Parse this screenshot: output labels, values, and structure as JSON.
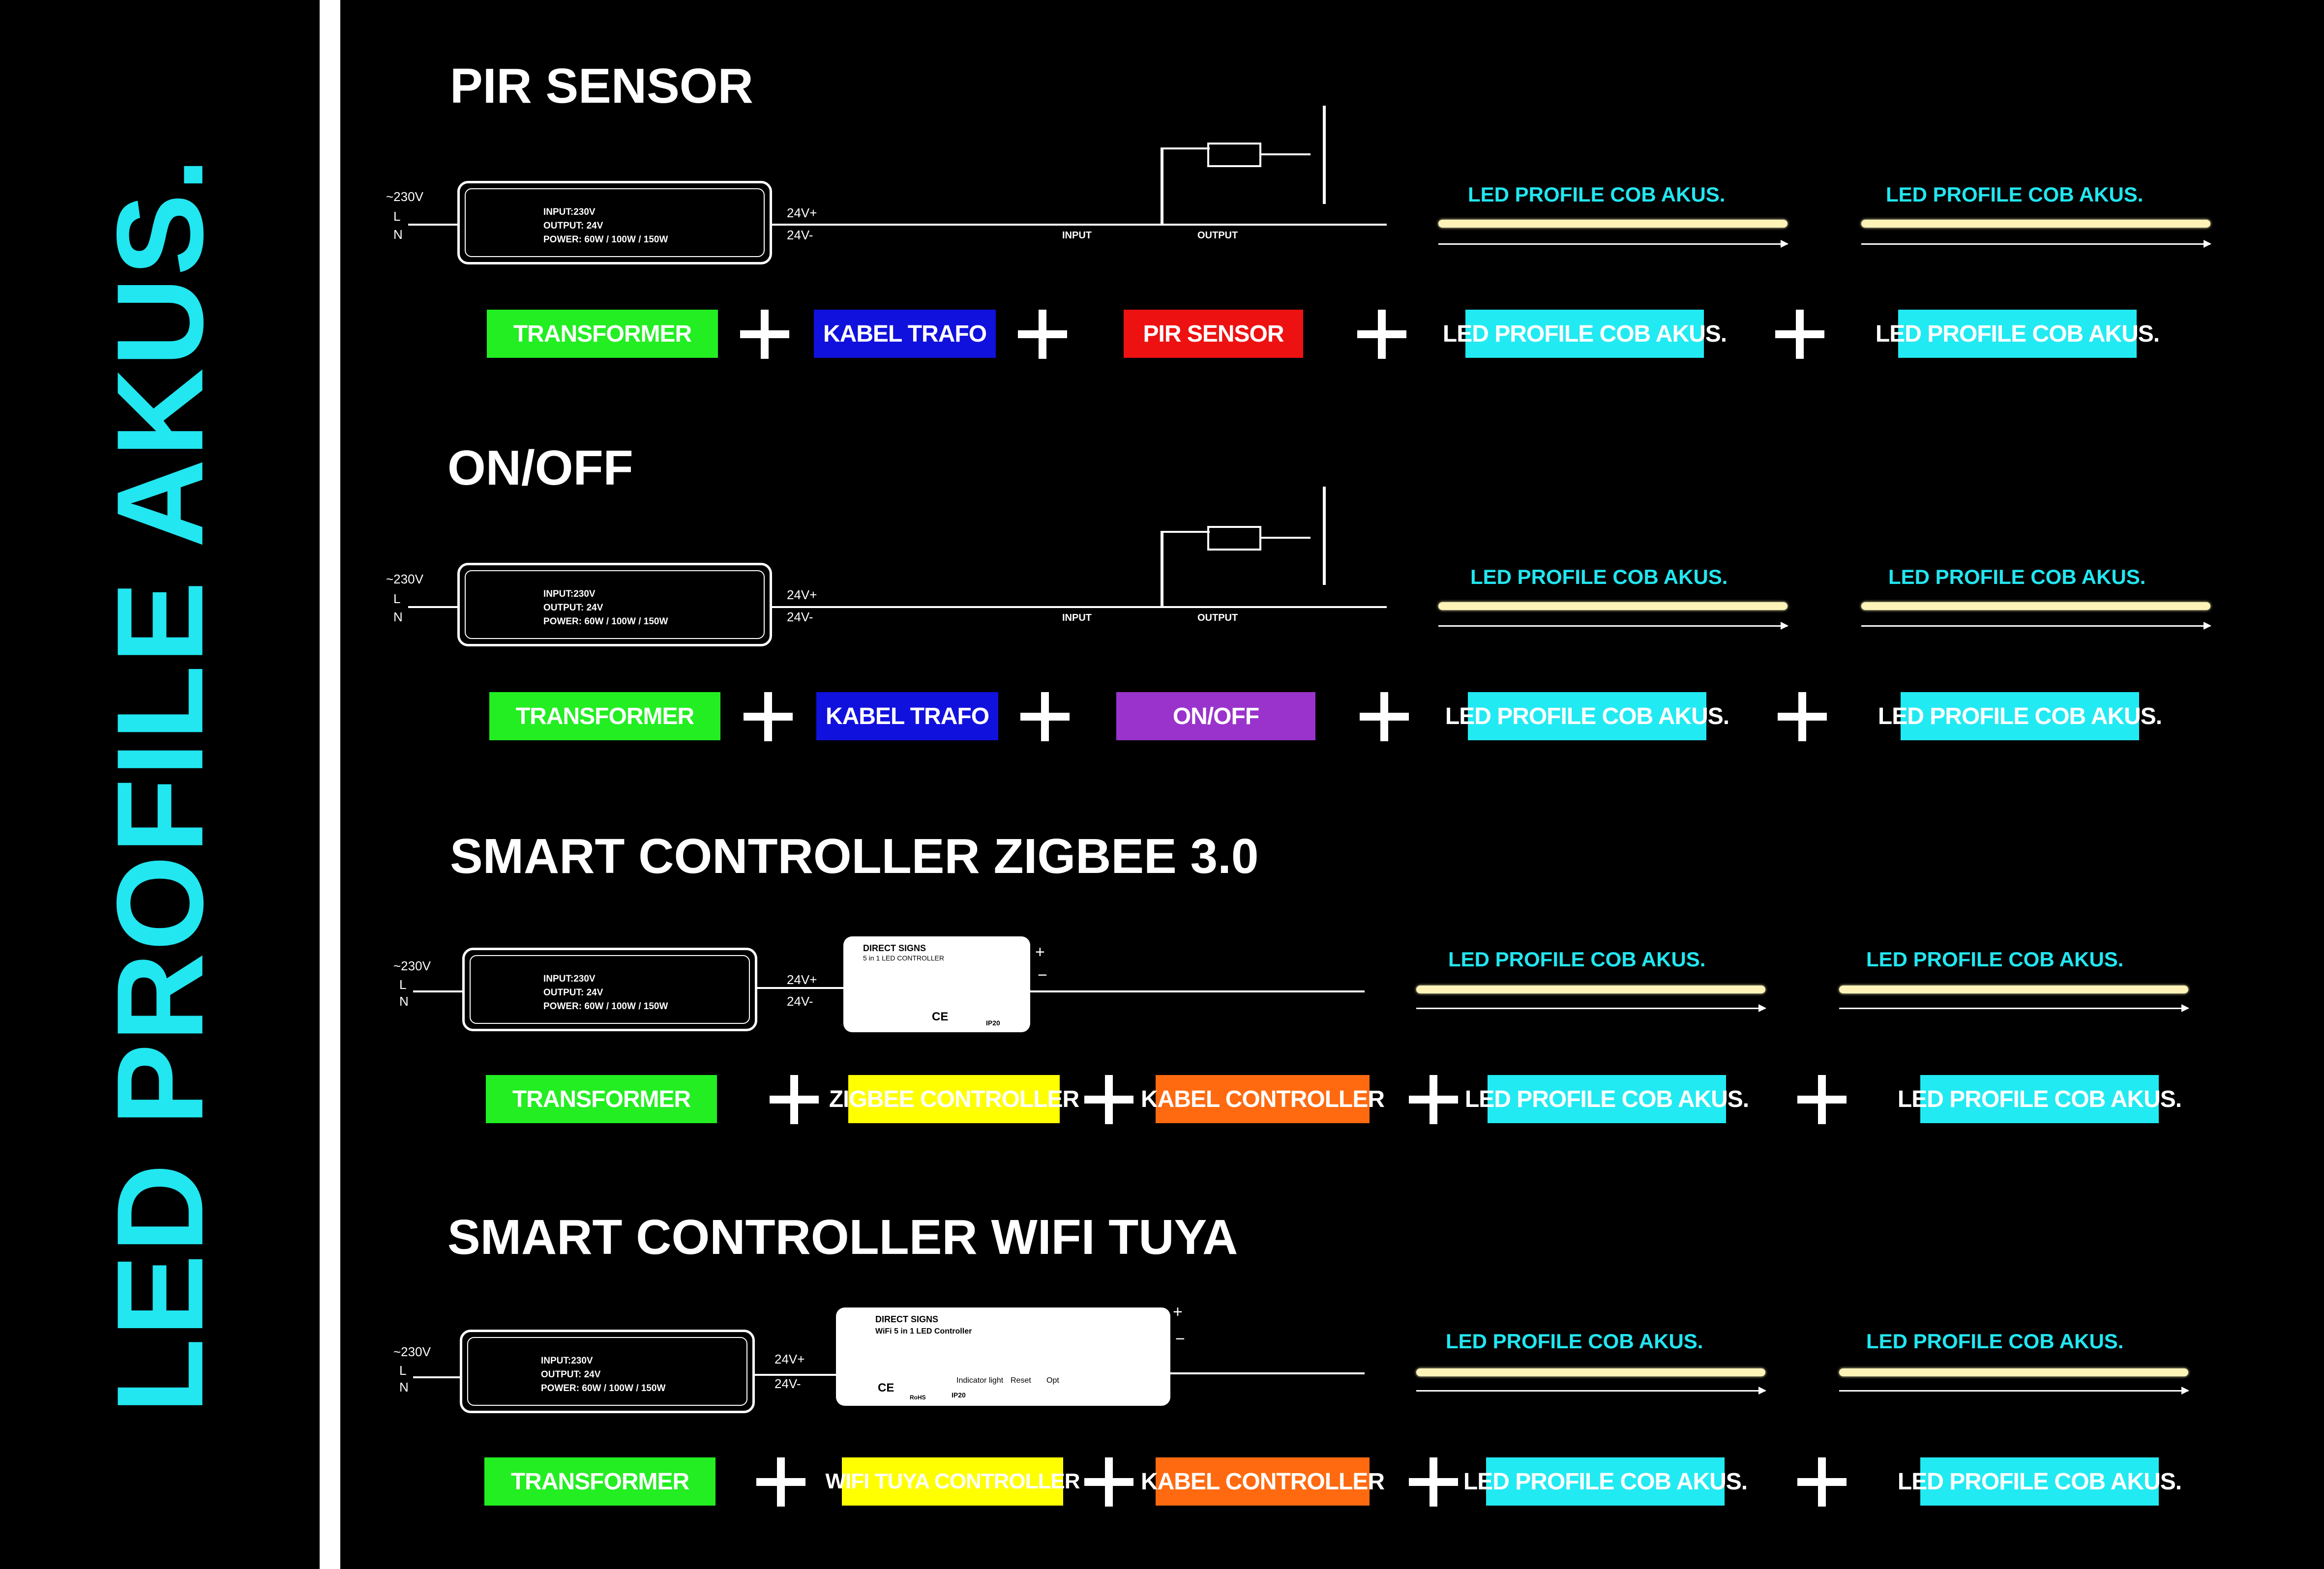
{
  "side_title": "LED PROFILE AKUS.",
  "colors": {
    "side_title": "#22e6f0",
    "transformer": "#22ee22",
    "kabel_trafo": "#1111dd",
    "pir_sensor": "#ee1111",
    "on_off": "#9933cc",
    "zigbee": "#ffff00",
    "kabel_controller": "#ff6a10",
    "wifi_tuya": "#ffff00",
    "led_profile": "#22eaf2"
  },
  "transformer_texts": {
    "input": "INPUT:230V",
    "output": "OUTPUT: 24V",
    "power": "POWER: 60W / 100W / 150W",
    "ac": "~230V",
    "l": "L",
    "n": "N",
    "vplus": "24V+",
    "vminus": "24V-"
  },
  "common": {
    "led_label": "LED PROFILE COB AKUS.",
    "input_label": "INPUT",
    "output_label": "OUTPUT"
  },
  "sections": [
    {
      "title": "PIR SENSOR",
      "boxes": [
        "TRANSFORMER",
        "KABEL TRAFO",
        "PIR SENSOR",
        "LED PROFILE COB AKUS.",
        "LED PROFILE COB AKUS."
      ]
    },
    {
      "title": "ON/OFF",
      "boxes": [
        "TRANSFORMER",
        "KABEL TRAFO",
        "ON/OFF",
        "LED PROFILE COB AKUS.",
        "LED PROFILE COB AKUS."
      ]
    },
    {
      "title": "SMART CONTROLLER ZIGBEE 3.0",
      "boxes": [
        "TRANSFORMER",
        "ZIGBEE CONTROLLER",
        "KABEL CONTROLLER",
        "LED PROFILE COB AKUS.",
        "LED PROFILE COB AKUS."
      ],
      "controller": {
        "brand": "DIRECT SIGNS",
        "name": "5 in 1 LED CONTROLLER",
        "ip": "IP20",
        "ce": "CE"
      }
    },
    {
      "title": "SMART CONTROLLER WIFI TUYA",
      "boxes": [
        "TRANSFORMER",
        "WIFI TUYA CONTROLLER",
        "KABEL CONTROLLER",
        "LED PROFILE COB AKUS.",
        "LED PROFILE COB AKUS."
      ],
      "controller": {
        "brand": "DIRECT SIGNS",
        "name": "WiFi 5 in 1 LED Controller",
        "indicator": "Indicator light",
        "reset": "Reset",
        "opt": "Opt",
        "ip": "IP20",
        "ce": "CE",
        "rohs": "RoHS"
      }
    }
  ]
}
